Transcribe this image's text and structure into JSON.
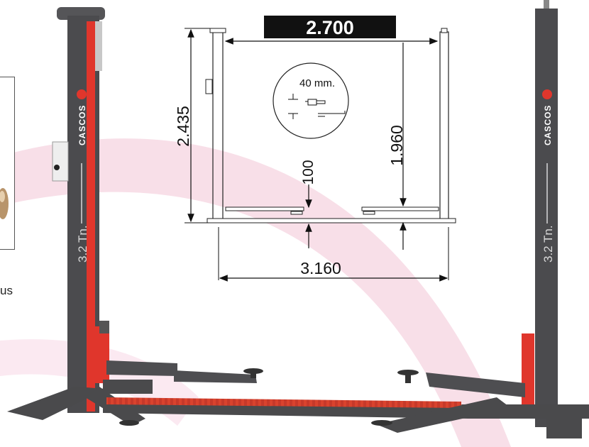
{
  "dimensions": {
    "width_label": "2.700",
    "height_label": "2.435",
    "lift_height_label": "1.960",
    "min_height_label": "100",
    "base_width_label": "3.160",
    "detail_label": "40 mm."
  },
  "columns": {
    "brand": "CASCOS",
    "capacity": "3.2 Tn."
  },
  "fragment_text": "us",
  "colors": {
    "accent": "#e0342b",
    "column": "#4a4a4c",
    "pink_arc": "#f6d7e3",
    "banner": "#111111"
  }
}
